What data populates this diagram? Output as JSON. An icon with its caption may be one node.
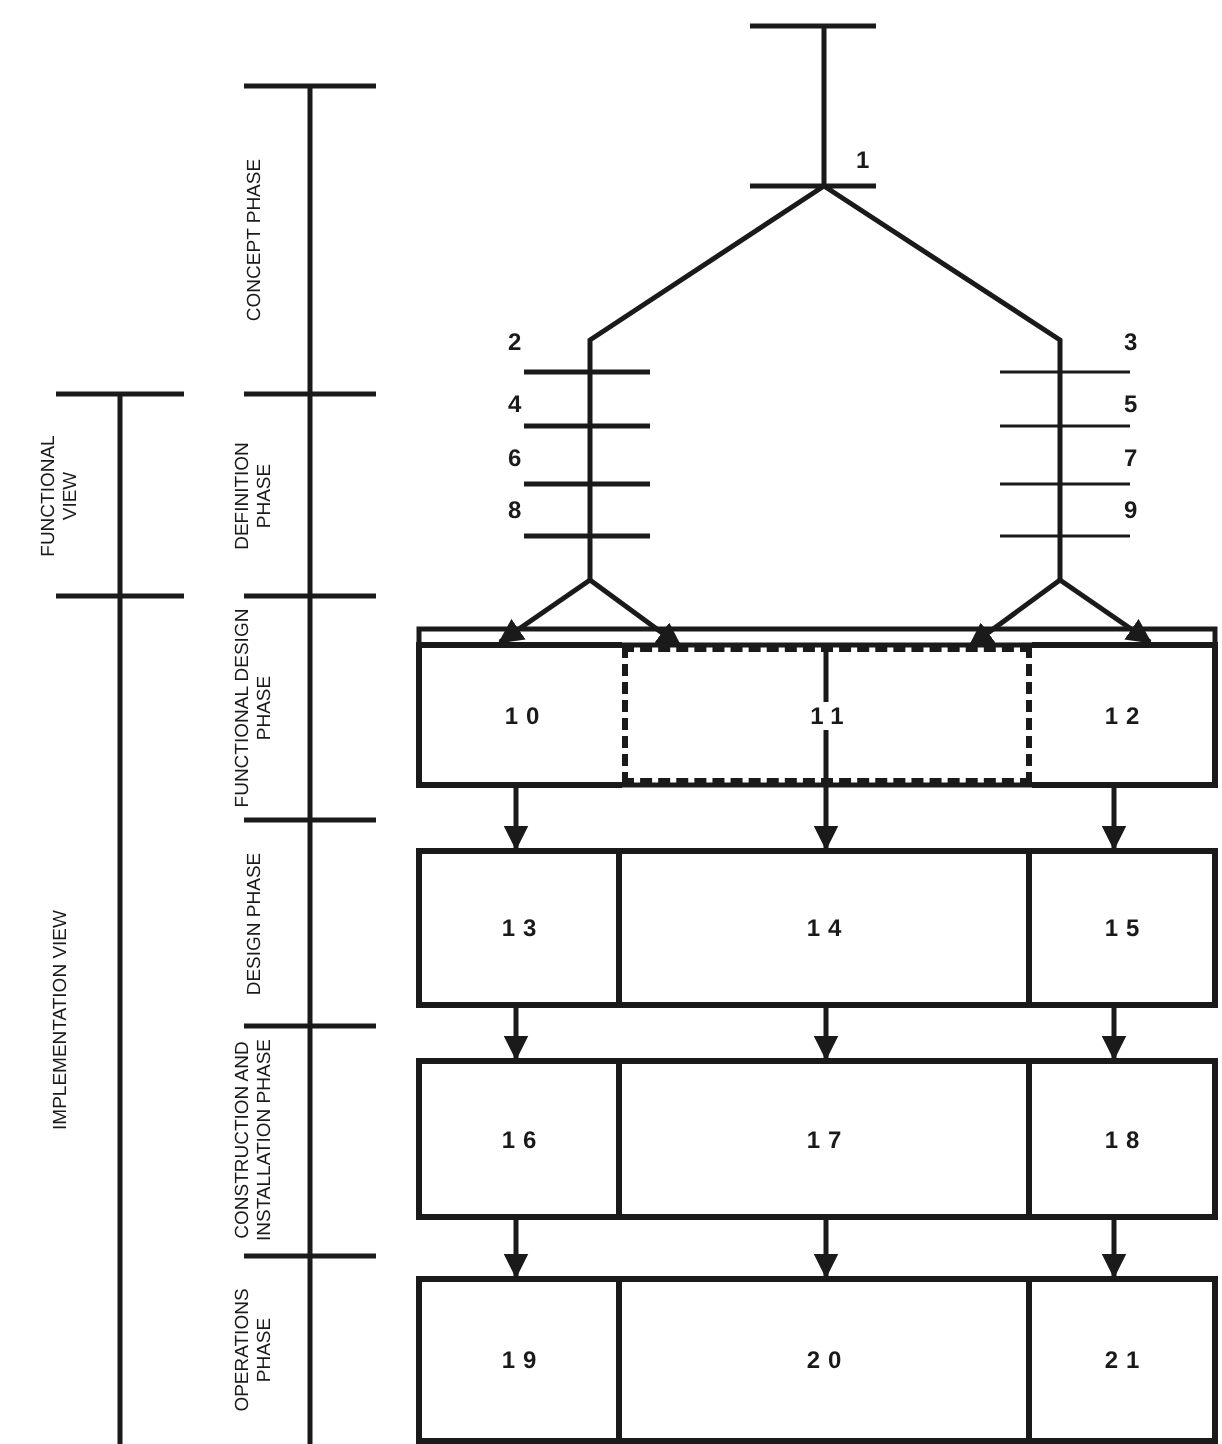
{
  "diagram": {
    "nodes": [
      {
        "text": [
          "10"
        ]
      },
      {
        "text": [
          "11"
        ]
      },
      {
        "text": [
          "12"
        ]
      },
      {
        "text": [
          "13"
        ]
      },
      {
        "text": [
          "14"
        ]
      },
      {
        "text": [
          "15"
        ]
      },
      {
        "text": [
          "16"
        ]
      },
      {
        "text": [
          "17"
        ]
      },
      {
        "text": [
          "18"
        ]
      },
      {
        "text": [
          "19"
        ]
      },
      {
        "text": [
          "20"
        ]
      },
      {
        "text": [
          "21"
        ]
      }
    ],
    "edges": [
      {
        "from": null,
        "to": 0,
        "arrow": "to"
      },
      {
        "from": null,
        "to": 1,
        "arrow": "to"
      },
      {
        "from": null,
        "to": 1,
        "arrow": "to"
      },
      {
        "from": null,
        "to": 2,
        "arrow": "to"
      },
      {
        "from": 0,
        "to": 3,
        "arrow": "to"
      },
      {
        "from": 1,
        "to": 4,
        "arrow": "to"
      },
      {
        "from": 2,
        "to": 5,
        "arrow": "to"
      },
      {
        "from": 3,
        "to": 6,
        "arrow": "to"
      },
      {
        "from": 4,
        "to": 7,
        "arrow": "to"
      },
      {
        "from": 5,
        "to": 8,
        "arrow": "to"
      },
      {
        "from": 6,
        "to": 9,
        "arrow": "to"
      },
      {
        "from": 7,
        "to": 10,
        "arrow": "to"
      },
      {
        "from": 8,
        "to": 11,
        "arrow": "to"
      }
    ],
    "labels": [
      "CONCEPT PHASE",
      "1",
      "2",
      "3",
      "4",
      "5",
      "6",
      "7",
      "8",
      "9",
      "FUNCTIONAL VIEW",
      "DEFINITION PHASE",
      "FUNCTIONAL DESIGN PHASE",
      "IMPLEMENTATION VIEW",
      "DESIGN PHASE",
      "CONSTRUCTION AND INSTALLATION PHASE",
      "OPERATIONS PHASE"
    ]
  }
}
